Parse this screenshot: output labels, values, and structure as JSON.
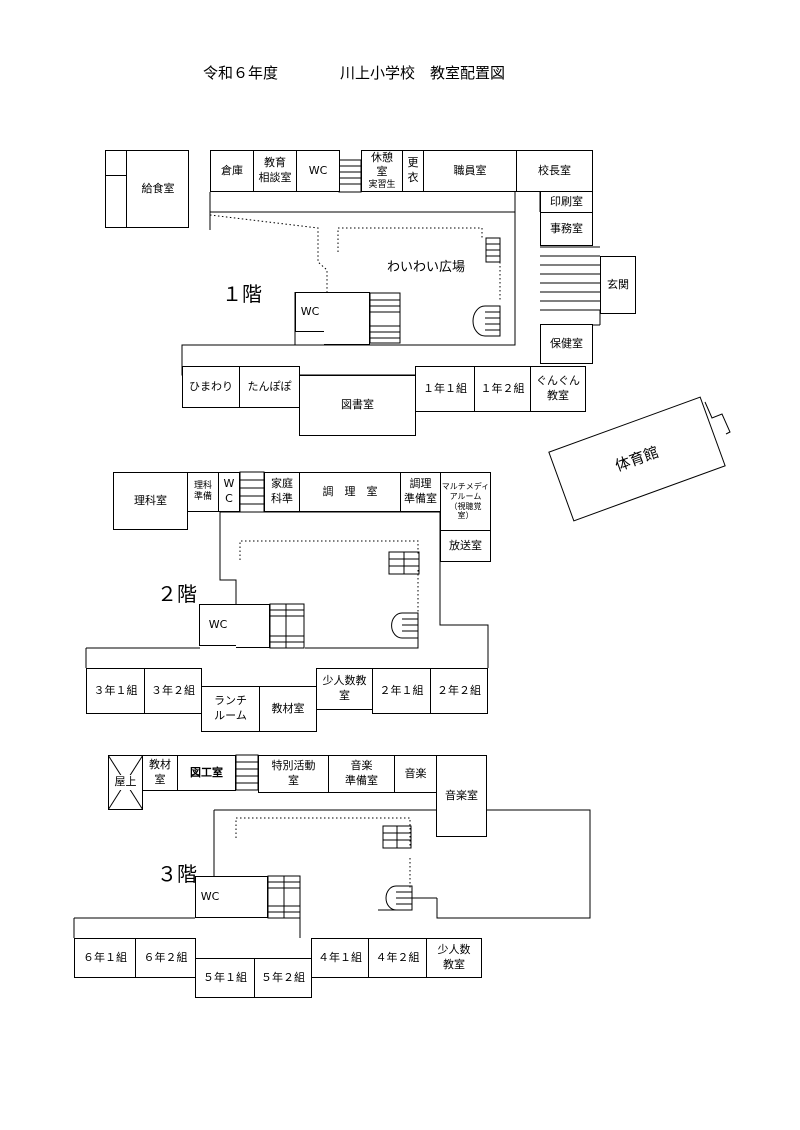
{
  "title": {
    "year": "令和６年度",
    "school": "川上小学校　教室配置図"
  },
  "floors": {
    "f1": {
      "label": "１階",
      "rooms": {
        "kyushoku": "給食室",
        "souko": "倉庫",
        "kyoiku_soudan": "教育\n相談室",
        "wc_north": "WC",
        "kyukei": "休憩\n室",
        "jisshusei": "実習生",
        "koui": "更\n衣",
        "shokuin": "職員室",
        "kouchou": "校長室",
        "insatsu": "印刷室",
        "jimu": "事務室",
        "genkan": "玄関",
        "hoken": "保健室",
        "wc_inner": "WC",
        "himawari": "ひまわり",
        "tanpopo": "たんぽぽ",
        "toshoshitsu": "図書室",
        "class_1_1": "１年１組",
        "class_1_2": "１年２組",
        "gungun": "ぐんぐん\n教室",
        "taiikukan": "体育館"
      },
      "courtyard": "わいわい広場"
    },
    "f2": {
      "label": "２階",
      "rooms": {
        "rika": "理科室",
        "rika_junbi": "理科\n準備",
        "wc_north": "W\nC",
        "katei": "家庭\n科準",
        "chouri": "調　理　室",
        "chouri_junbi": "調理\n準備室",
        "multimedia": "マルチメディ\nアルーム\n（視聴覚\n室）",
        "housou": "放送室",
        "wc_inner": "WC",
        "class_3_1": "３年１組",
        "class_3_2": "３年２組",
        "lunch": "ランチ\nルーム",
        "kyozai": "教材室",
        "shoninzu": "少人数教\n室",
        "class_2_1": "２年１組",
        "class_2_2": "２年２組"
      }
    },
    "f3": {
      "label": "３階",
      "rooms": {
        "okujo": "屋上",
        "kyozai": "教材\n室",
        "zuko": "図工室",
        "tokubetsu": "特別活動\n室",
        "ongaku_junbi": "音楽\n準備室",
        "ongaku_small": "音楽",
        "ongakushitsu": "音楽室",
        "wc_inner": "WC",
        "class_6_1": "６年１組",
        "class_6_2": "６年２組",
        "class_5_1": "５年１組",
        "class_5_2": "５年２組",
        "class_4_1": "４年１組",
        "class_4_2": "４年２組",
        "shoninzu": "少人数\n教室"
      }
    }
  }
}
